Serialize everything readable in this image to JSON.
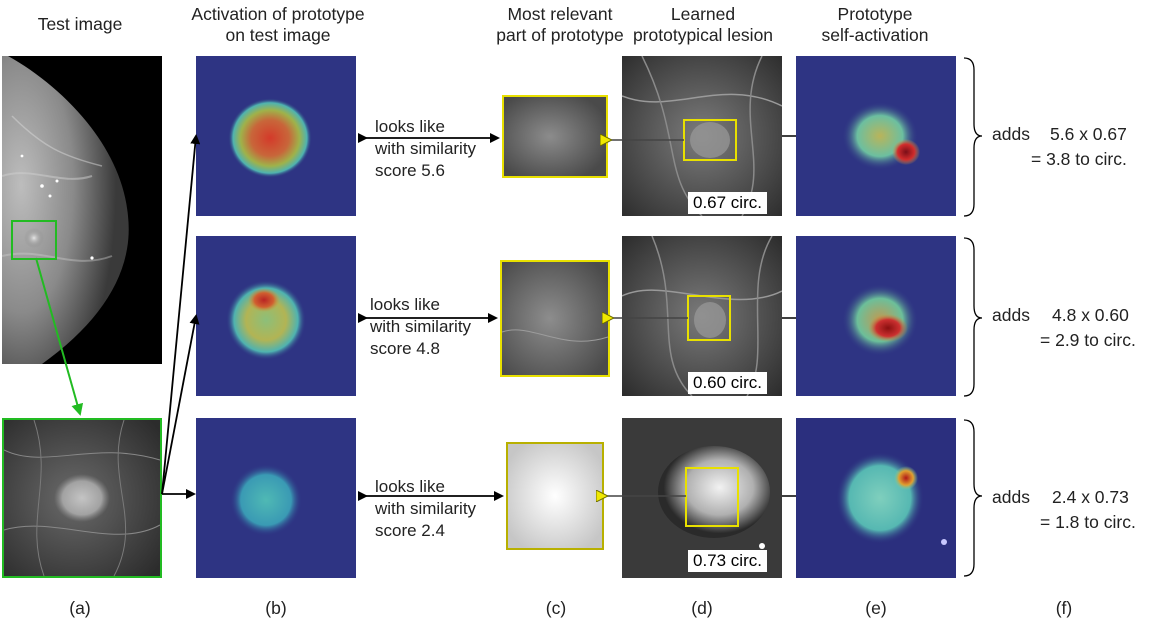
{
  "headers": {
    "a": "Test image",
    "b": "Activation of prototype\non test image",
    "c": "Most relevant\npart of prototype",
    "d": "Learned\nprototypical lesion",
    "e": "Prototype\nself-activation"
  },
  "rows": [
    {
      "similarity_text": "looks like\nwith similarity\nscore 5.6",
      "circ_label": "0.67 circ.",
      "adds_label": "adds",
      "adds_expr": "5.6 x 0.67",
      "adds_result": "= 3.8 to circ."
    },
    {
      "similarity_text": "looks like\nwith similarity\nscore 4.8",
      "circ_label": "0.60 circ.",
      "adds_label": "adds",
      "adds_expr": "4.8 x 0.60",
      "adds_result": "= 2.9 to circ."
    },
    {
      "similarity_text": "looks like\nwith similarity\nscore 2.4",
      "circ_label": "0.73 circ.",
      "adds_label": "adds",
      "adds_expr": "2.4 x 0.73",
      "adds_result": "= 1.8 to circ."
    }
  ],
  "panel_labels": [
    "(a)",
    "(b)",
    "(c)",
    "(d)",
    "(e)",
    "(f)"
  ],
  "colors": {
    "green_box": "#22bb22",
    "yellow_box": "#e8e000",
    "heatmap_bg": "#2a2f7a",
    "arrow": "#000000"
  }
}
